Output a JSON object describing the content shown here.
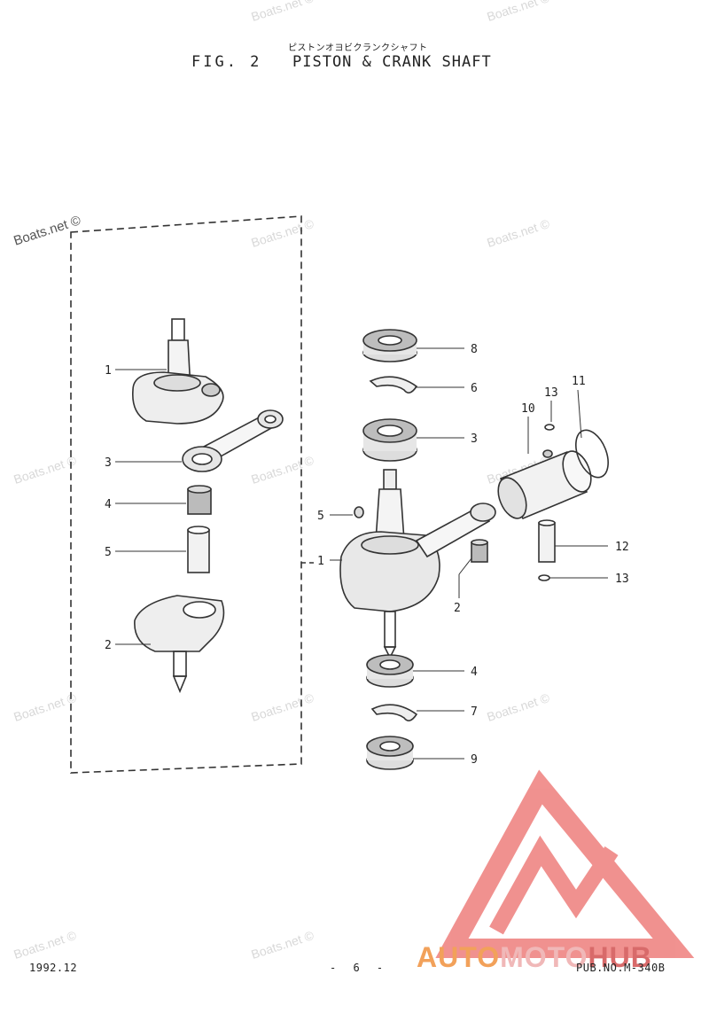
{
  "header": {
    "japanese_title": "ピストンオヨビクランクシャフト",
    "fig_label": "FIG.  2",
    "title": "PISTON & CRANK SHAFT"
  },
  "watermark_text": "Boats.net ©",
  "brand": {
    "part1": "AUTO",
    "part2": "MOTO",
    "part3": "HUB"
  },
  "footer": {
    "date": "1992.12",
    "page": "- 6 -",
    "pub": "PUB.NO.M-340B"
  },
  "callouts": {
    "left": [
      "1",
      "3",
      "4",
      "5",
      "2"
    ],
    "right": [
      "8",
      "6",
      "3",
      "5",
      "1",
      "2",
      "4",
      "7",
      "9",
      "10",
      "11",
      "12",
      "13",
      "13"
    ]
  },
  "colors": {
    "brand_red": "#e53935",
    "brand_orange": "#f2a15a",
    "ink": "#222222"
  }
}
